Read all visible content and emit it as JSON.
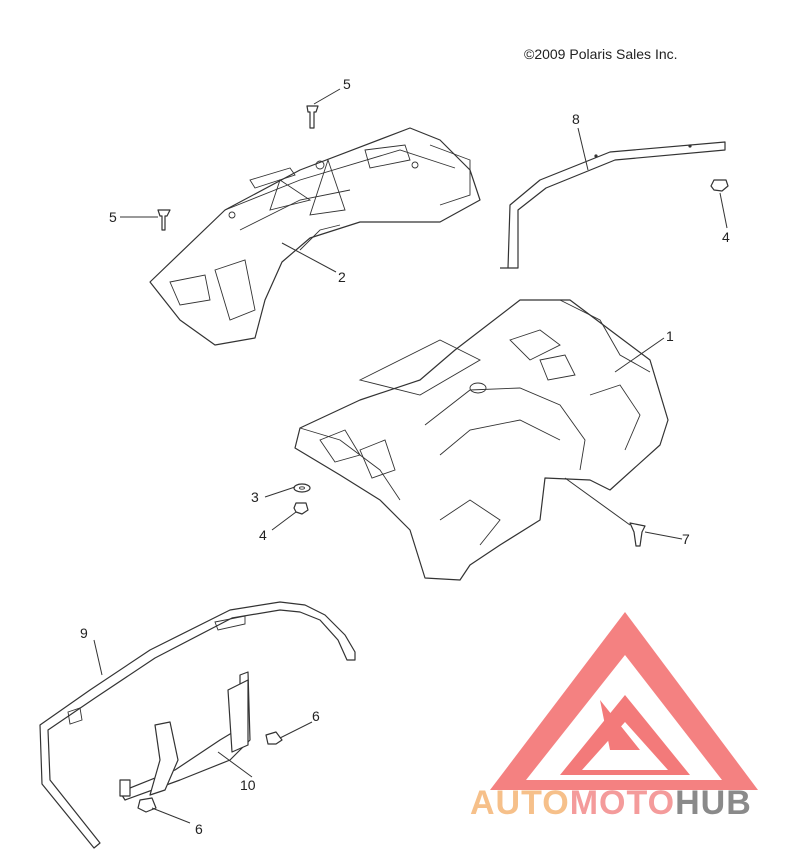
{
  "copyright": "©2009 Polaris Sales Inc.",
  "brand": {
    "part1": "AUTO",
    "part2": "MOTO",
    "part3": "HUB",
    "colors": {
      "auto": "#f6c08a",
      "moto": "#f49b9b",
      "hub": "#8a8a8a",
      "logo": "#f37a7a"
    }
  },
  "callouts": [
    "1",
    "2",
    "3",
    "4",
    "4",
    "5",
    "5",
    "6",
    "6",
    "7",
    "8",
    "9",
    "10"
  ]
}
